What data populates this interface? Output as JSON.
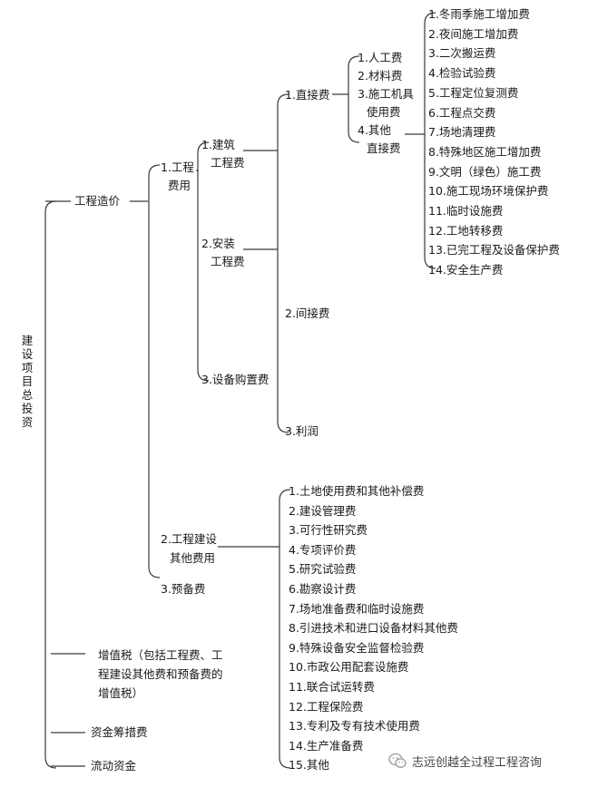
{
  "root": "建设项目总投资",
  "engineering_cost": "工程造价",
  "construction_fee_lines": [
    "1.工程",
    "费用"
  ],
  "building_lines": [
    "1.建筑",
    "工程费"
  ],
  "install_lines": [
    "2.安装",
    "工程费"
  ],
  "equipment": "3.设备购置费",
  "direct": "1.直接费",
  "indirect": "2.间接费",
  "profit": "3.利润",
  "direct_items": [
    "1.人工费",
    "2.材料费",
    "3.施工机具",
    "使用费",
    "4.其他",
    "直接费"
  ],
  "other_direct_items": [
    "1.冬雨季施工增加费",
    "2.夜间施工增加费",
    "3.二次搬运费",
    "4.检验试验费",
    "5.工程定位复测费",
    "6.工程点交费",
    "7.场地清理费",
    "8.特殊地区施工增加费",
    "9.文明（绿色）施工费",
    "10.施工现场环境保护费",
    "11.临时设施费",
    "12.工地转移费",
    "13.已完工程及设备保护费",
    "14.安全生产费"
  ],
  "other_fee_lines": [
    "2.工程建设",
    "其他费用"
  ],
  "other_fee_items": [
    "1.土地使用费和其他补偿费",
    "2.建设管理费",
    "3.可行性研究费",
    "4.专项评价费",
    "5.研究试验费",
    "6.勘察设计费",
    "7.场地准备费和临时设施费",
    "8.引进技术和进口设备材料其他费",
    "9.特殊设备安全监督检验费",
    "10.市政公用配套设施费",
    "11.联合试运转费",
    "12.工程保险费",
    "13.专利及专有技术使用费",
    "14.生产准备费",
    "15.其他"
  ],
  "reserve": "3.预备费",
  "vat_lines": [
    "增值税（包括工程费、工",
    "程建设其他费和预备费的",
    "增值税）"
  ],
  "financing": "资金筹措费",
  "working_capital": "流动资金",
  "watermark": "志远创越全过程工程咨询",
  "colors": {
    "line": "#3a3a3a",
    "text": "#1a1a1a",
    "logo": "#9a9a9a"
  }
}
